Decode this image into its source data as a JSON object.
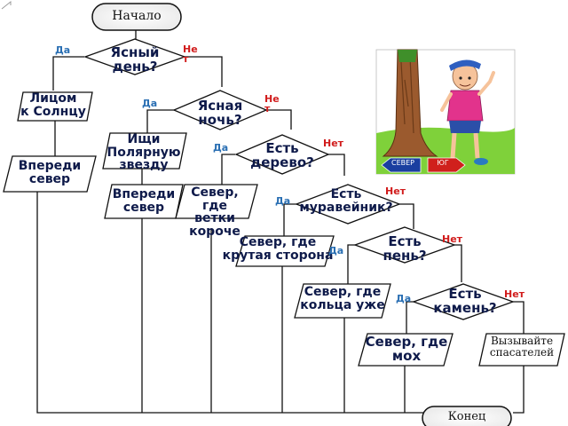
{
  "start": "Начало",
  "end": "Конец",
  "yes": "Да",
  "no": "Нет",
  "no_split": [
    "Не",
    "т"
  ],
  "decisions": {
    "sunny": [
      "Ясный",
      "день?"
    ],
    "night": [
      "Ясная",
      "ночь?"
    ],
    "tree": [
      "Есть",
      "дерево?"
    ],
    "anthill": [
      "Есть",
      "муравейник?"
    ],
    "stump": [
      "Есть",
      "пень?"
    ],
    "stone": [
      "Есть",
      "камень?"
    ]
  },
  "actions": {
    "face_sun": [
      "Лицом",
      "к Солнцу"
    ],
    "north_star": [
      "Ищи",
      "Полярную",
      "звезду"
    ],
    "ahead_north": [
      "Впереди",
      "север"
    ],
    "ahead_north2": [
      "Впереди",
      "север"
    ],
    "short_branches": [
      "Север,",
      "где",
      "ветки",
      "короче"
    ],
    "steep_side": [
      "Север, где",
      "крутая сторона"
    ],
    "dense_rings": [
      "Север, где",
      "кольца уже"
    ],
    "moss": [
      "Север, где",
      "мох"
    ],
    "call_rescuers": [
      "Вызывайте",
      "спасателей"
    ]
  },
  "picture": {
    "sign_north": "СЕВЕР",
    "sign_south": "ЮГ"
  },
  "colors": {
    "line": "#111111",
    "text": "#0e1a4a",
    "yes": "#2a6fb3",
    "no": "#d11c1c",
    "grass": "#7fd13a",
    "sky": "#ffffff"
  }
}
